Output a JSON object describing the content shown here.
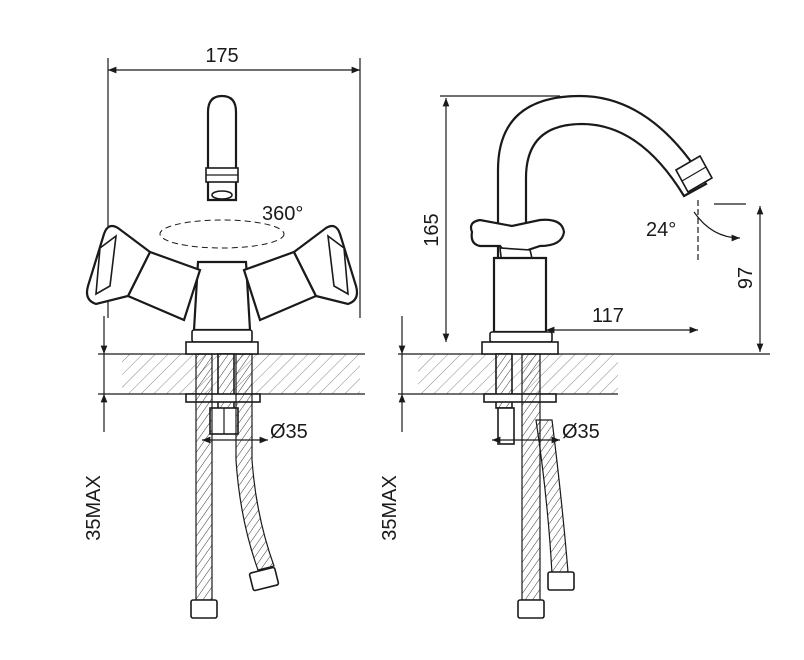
{
  "front_view": {
    "width_label": "175",
    "rotation_label": "360°",
    "max_thickness_label": "35MAX",
    "hole_diameter_label": "Ø35"
  },
  "side_view": {
    "height_label": "165",
    "reach_label": "117",
    "spout_height_label": "97",
    "angle_label": "24°",
    "max_thickness_label": "35MAX",
    "hole_diameter_label": "Ø35"
  }
}
